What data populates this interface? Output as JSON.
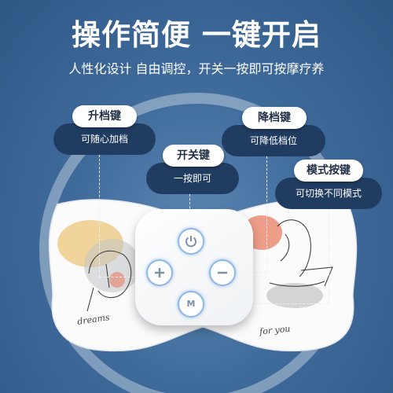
{
  "headline": "操作简便 一键开启",
  "subhead": "人性化设计 自由调控，开关一按即可按摩疗养",
  "callouts": {
    "increase": {
      "label": "升档键",
      "desc": "可随心加档"
    },
    "power": {
      "label": "开关键",
      "desc": "一按即可"
    },
    "decrease": {
      "label": "降档键",
      "desc": "可降低档位"
    },
    "mode": {
      "label": "模式按键",
      "desc": "可切换不同模式"
    }
  },
  "device": {
    "mode_button_glyph": "M",
    "left_script": "dreams",
    "right_script": "for you"
  },
  "colors": {
    "background": "#3f6b9b",
    "callout_oval": "#203c60",
    "button_ring": "#8fb8e4"
  }
}
